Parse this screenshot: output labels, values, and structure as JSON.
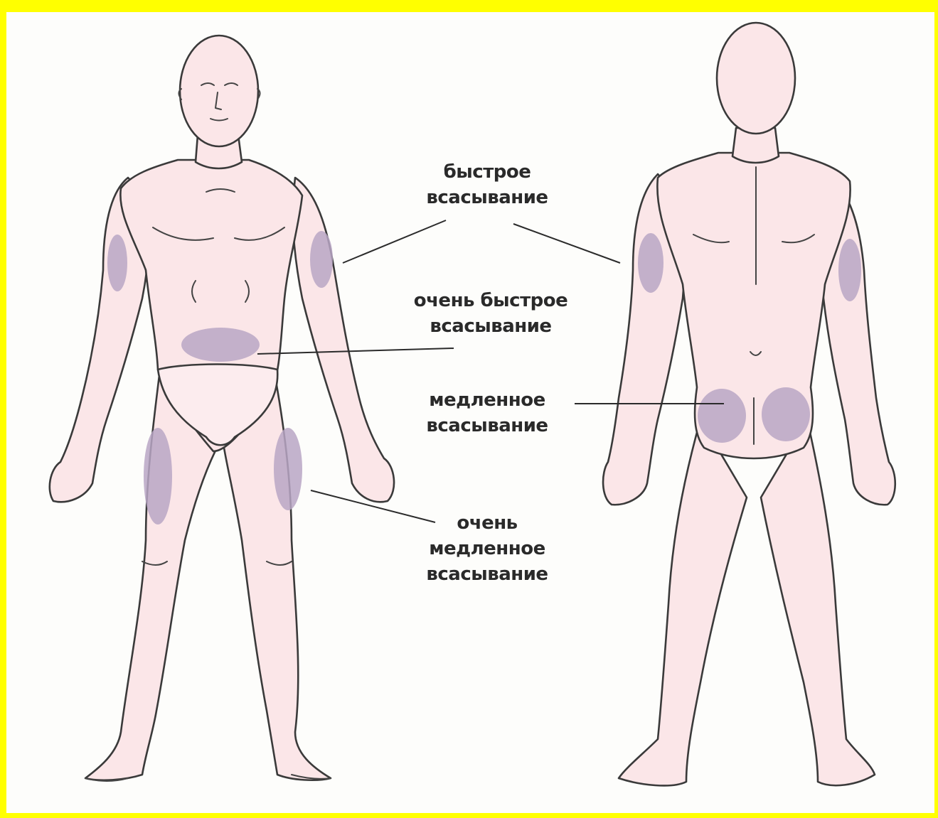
{
  "labels": {
    "fast": [
      "быстрое",
      "всасывание"
    ],
    "very_fast": [
      "очень быстрое",
      "всасывание"
    ],
    "slow": [
      "медленное",
      "всасывание"
    ],
    "very_slow": [
      "очень",
      "медленное",
      "всасывание"
    ]
  },
  "colors": {
    "frame": "#ffff00",
    "skin": "#fbe6e8",
    "injection_zone": "#b9a6c4"
  }
}
